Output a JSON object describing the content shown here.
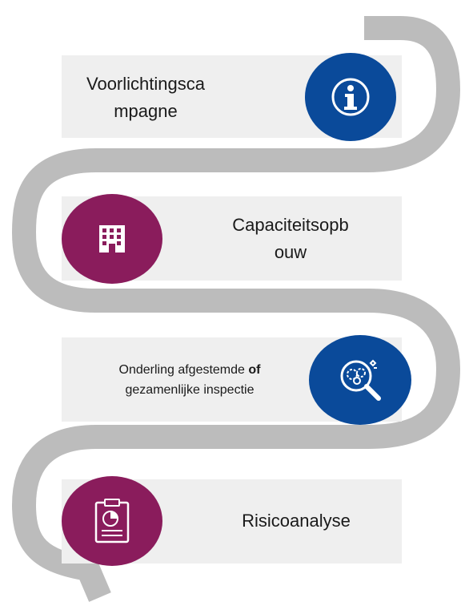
{
  "steps": [
    {
      "label_line1": "Voorlichtingsca",
      "label_line2": "mpagne",
      "icon": "info-icon",
      "circle_color": "#0a4a9a"
    },
    {
      "label_line1": "Capaciteitsopb",
      "label_line2": "ouw",
      "icon": "building-icon",
      "circle_color": "#8a1c5c"
    },
    {
      "label_line1_prefix": "Onderling afgestemde ",
      "label_line1_bold": "of",
      "label_line2": "gezamenlijke inspectie",
      "icon": "magnifier-gears-icon",
      "circle_color": "#0a4a9a"
    },
    {
      "label_line1": "Risicoanalyse",
      "icon": "clipboard-chart-icon",
      "circle_color": "#8a1c5c"
    }
  ],
  "colors": {
    "ribbon": "#bcbcbc",
    "panel": "#efefef",
    "blue": "#0a4a9a",
    "purple": "#8a1c5c"
  }
}
